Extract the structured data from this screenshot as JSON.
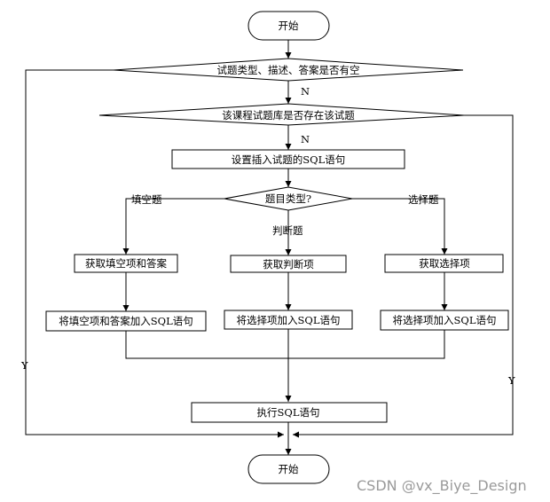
{
  "nodes": {
    "start": "开始",
    "check_empty": "试题类型、描述、答案是否有空",
    "check_exists": "该课程试题库是否存在该试题",
    "set_sql": "设置插入试题的SQL语句",
    "question_type": "题目类型?",
    "get_blank": "获取填空项和答案",
    "get_judge": "获取判断项",
    "get_choice": "获取选择项",
    "add_blank": "将填空项和答案加入SQL语句",
    "add_judge": "将选择项加入SQL语句",
    "add_choice": "将选择项加入SQL语句",
    "execute": "执行SQL语句",
    "end": "开始"
  },
  "edges": {
    "no1": "N",
    "no2": "N",
    "yes_left": "Y",
    "yes_right": "Y",
    "fill_blank": "填空题",
    "judgement": "判断题",
    "choice": "选择题"
  },
  "watermark": "CSDN @vx_Biye_Design"
}
